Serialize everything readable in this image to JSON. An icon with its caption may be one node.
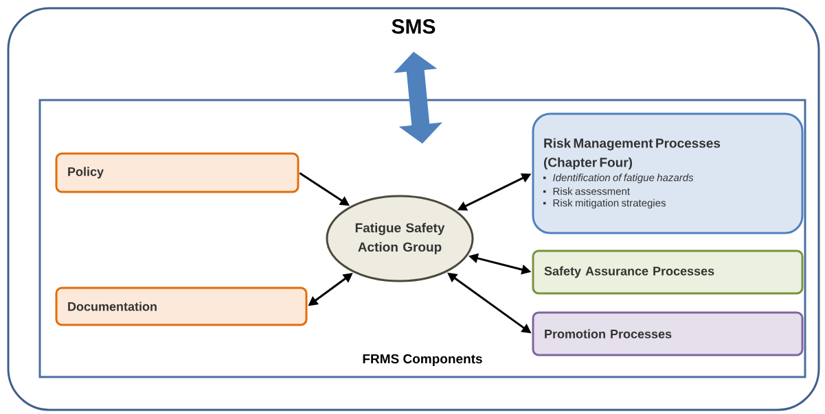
{
  "diagram": {
    "nodes": [
      {
        "text": [
          "SMS"
        ]
      },
      {
        "text": [
          "FRMS Components"
        ],
        "in": 0
      },
      {
        "text": [
          "Policy"
        ],
        "in": 1
      },
      {
        "text": [
          "Documentation"
        ],
        "in": 1
      },
      {
        "text": [
          "Fatigue Safety Action Group"
        ],
        "in": 1
      },
      {
        "text": [
          "Risk Management Processes (Chapter Four)",
          "Identification of fatigue hazards",
          "Risk assessment",
          "Risk mitigation strategies"
        ],
        "in": 1
      },
      {
        "text": [
          "Safety Assurance Processes"
        ],
        "in": 1
      },
      {
        "text": [
          "Promotion Processes"
        ],
        "in": 1
      }
    ],
    "edges": [
      {
        "from": 0,
        "to": 1,
        "arrow": "both",
        "style": "thick",
        "color": "#4f81bd"
      },
      {
        "from": 2,
        "to": 4,
        "arrow": "to"
      },
      {
        "from": 3,
        "to": 4,
        "arrow": "both"
      },
      {
        "from": 4,
        "to": 5,
        "arrow": "both"
      },
      {
        "from": 4,
        "to": 6,
        "arrow": "both"
      },
      {
        "from": 4,
        "to": 7,
        "arrow": "both"
      }
    ]
  }
}
